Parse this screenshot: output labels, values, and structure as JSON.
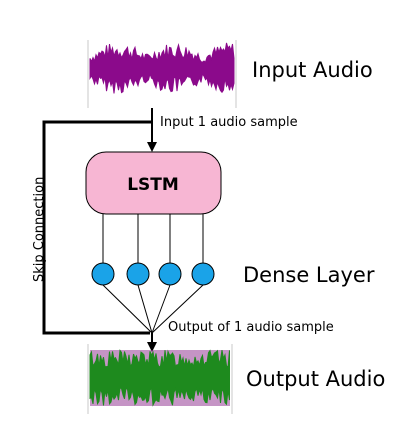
{
  "diagram": {
    "input_label": "Input Audio",
    "input_sample_label": "Input 1 audio sample",
    "lstm_label": "LSTM",
    "dense_label": "Dense Layer",
    "output_sample_label": "Output of 1 audio sample",
    "output_label": "Output Audio",
    "skip_label": "Skip Connection"
  },
  "colors": {
    "input_wave": "#8b0a8b",
    "output_wave": "#1e8a1e",
    "output_wave_edge": "#8b2a8b",
    "lstm_fill": "#f7b6d3",
    "neuron_fill": "#1aa3e8",
    "line": "#000000"
  },
  "icons": [
    "input-waveform-icon",
    "output-waveform-icon"
  ]
}
